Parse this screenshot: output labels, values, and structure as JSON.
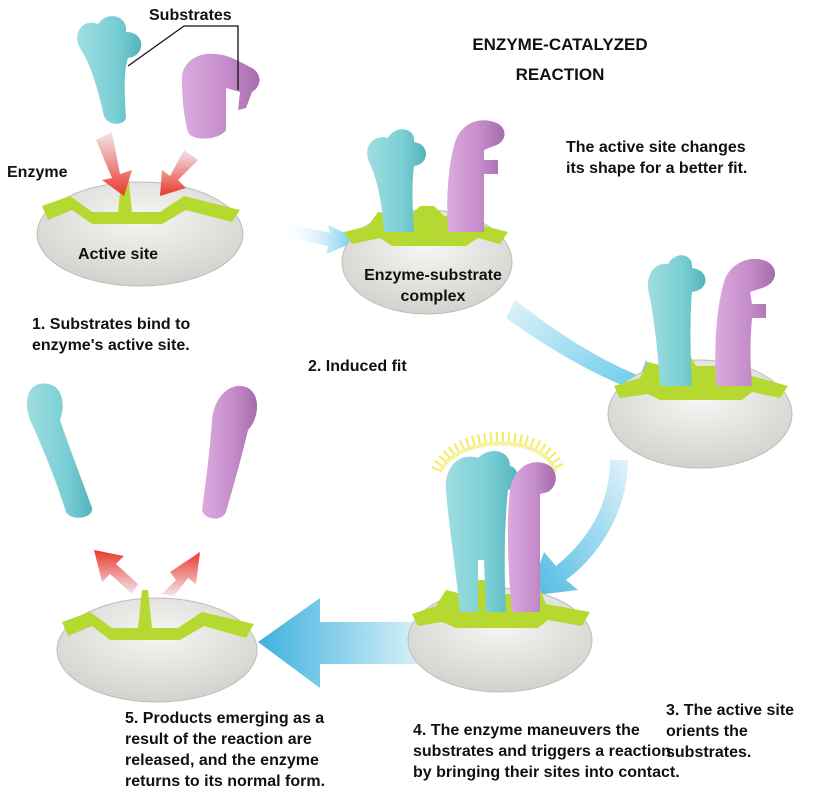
{
  "title": "ENZYME-CATALYZED\nREACTION",
  "labels": {
    "substrates": "Substrates",
    "enzyme": "Enzyme",
    "active_site": "Active site",
    "complex": "Enzyme-substrate\ncomplex",
    "shape_change": "The active site changes\nits shape for a better fit."
  },
  "steps": [
    "1. Substrates bind to\n enzyme's active site.",
    "2. Induced fit",
    "3. The active site\norients the\nsubstrates.",
    "4. The enzyme maneuvers the\nsubstrates and triggers a reaction\nby bringing their sites into contact.",
    "5. Products emerging as a\nresult of the reaction are\nreleased, and the enzyme\nreturns to its normal form."
  ],
  "colors": {
    "enzyme_body": "#e8e8e5",
    "active_site": "#b5d931",
    "substrate_cyan": "#79cfd4",
    "substrate_violet": "#c38ac9",
    "flow_arrow": "#55c3e8",
    "binding_arrow": "#e8382a",
    "reaction_glow": "#f2ea3c"
  }
}
